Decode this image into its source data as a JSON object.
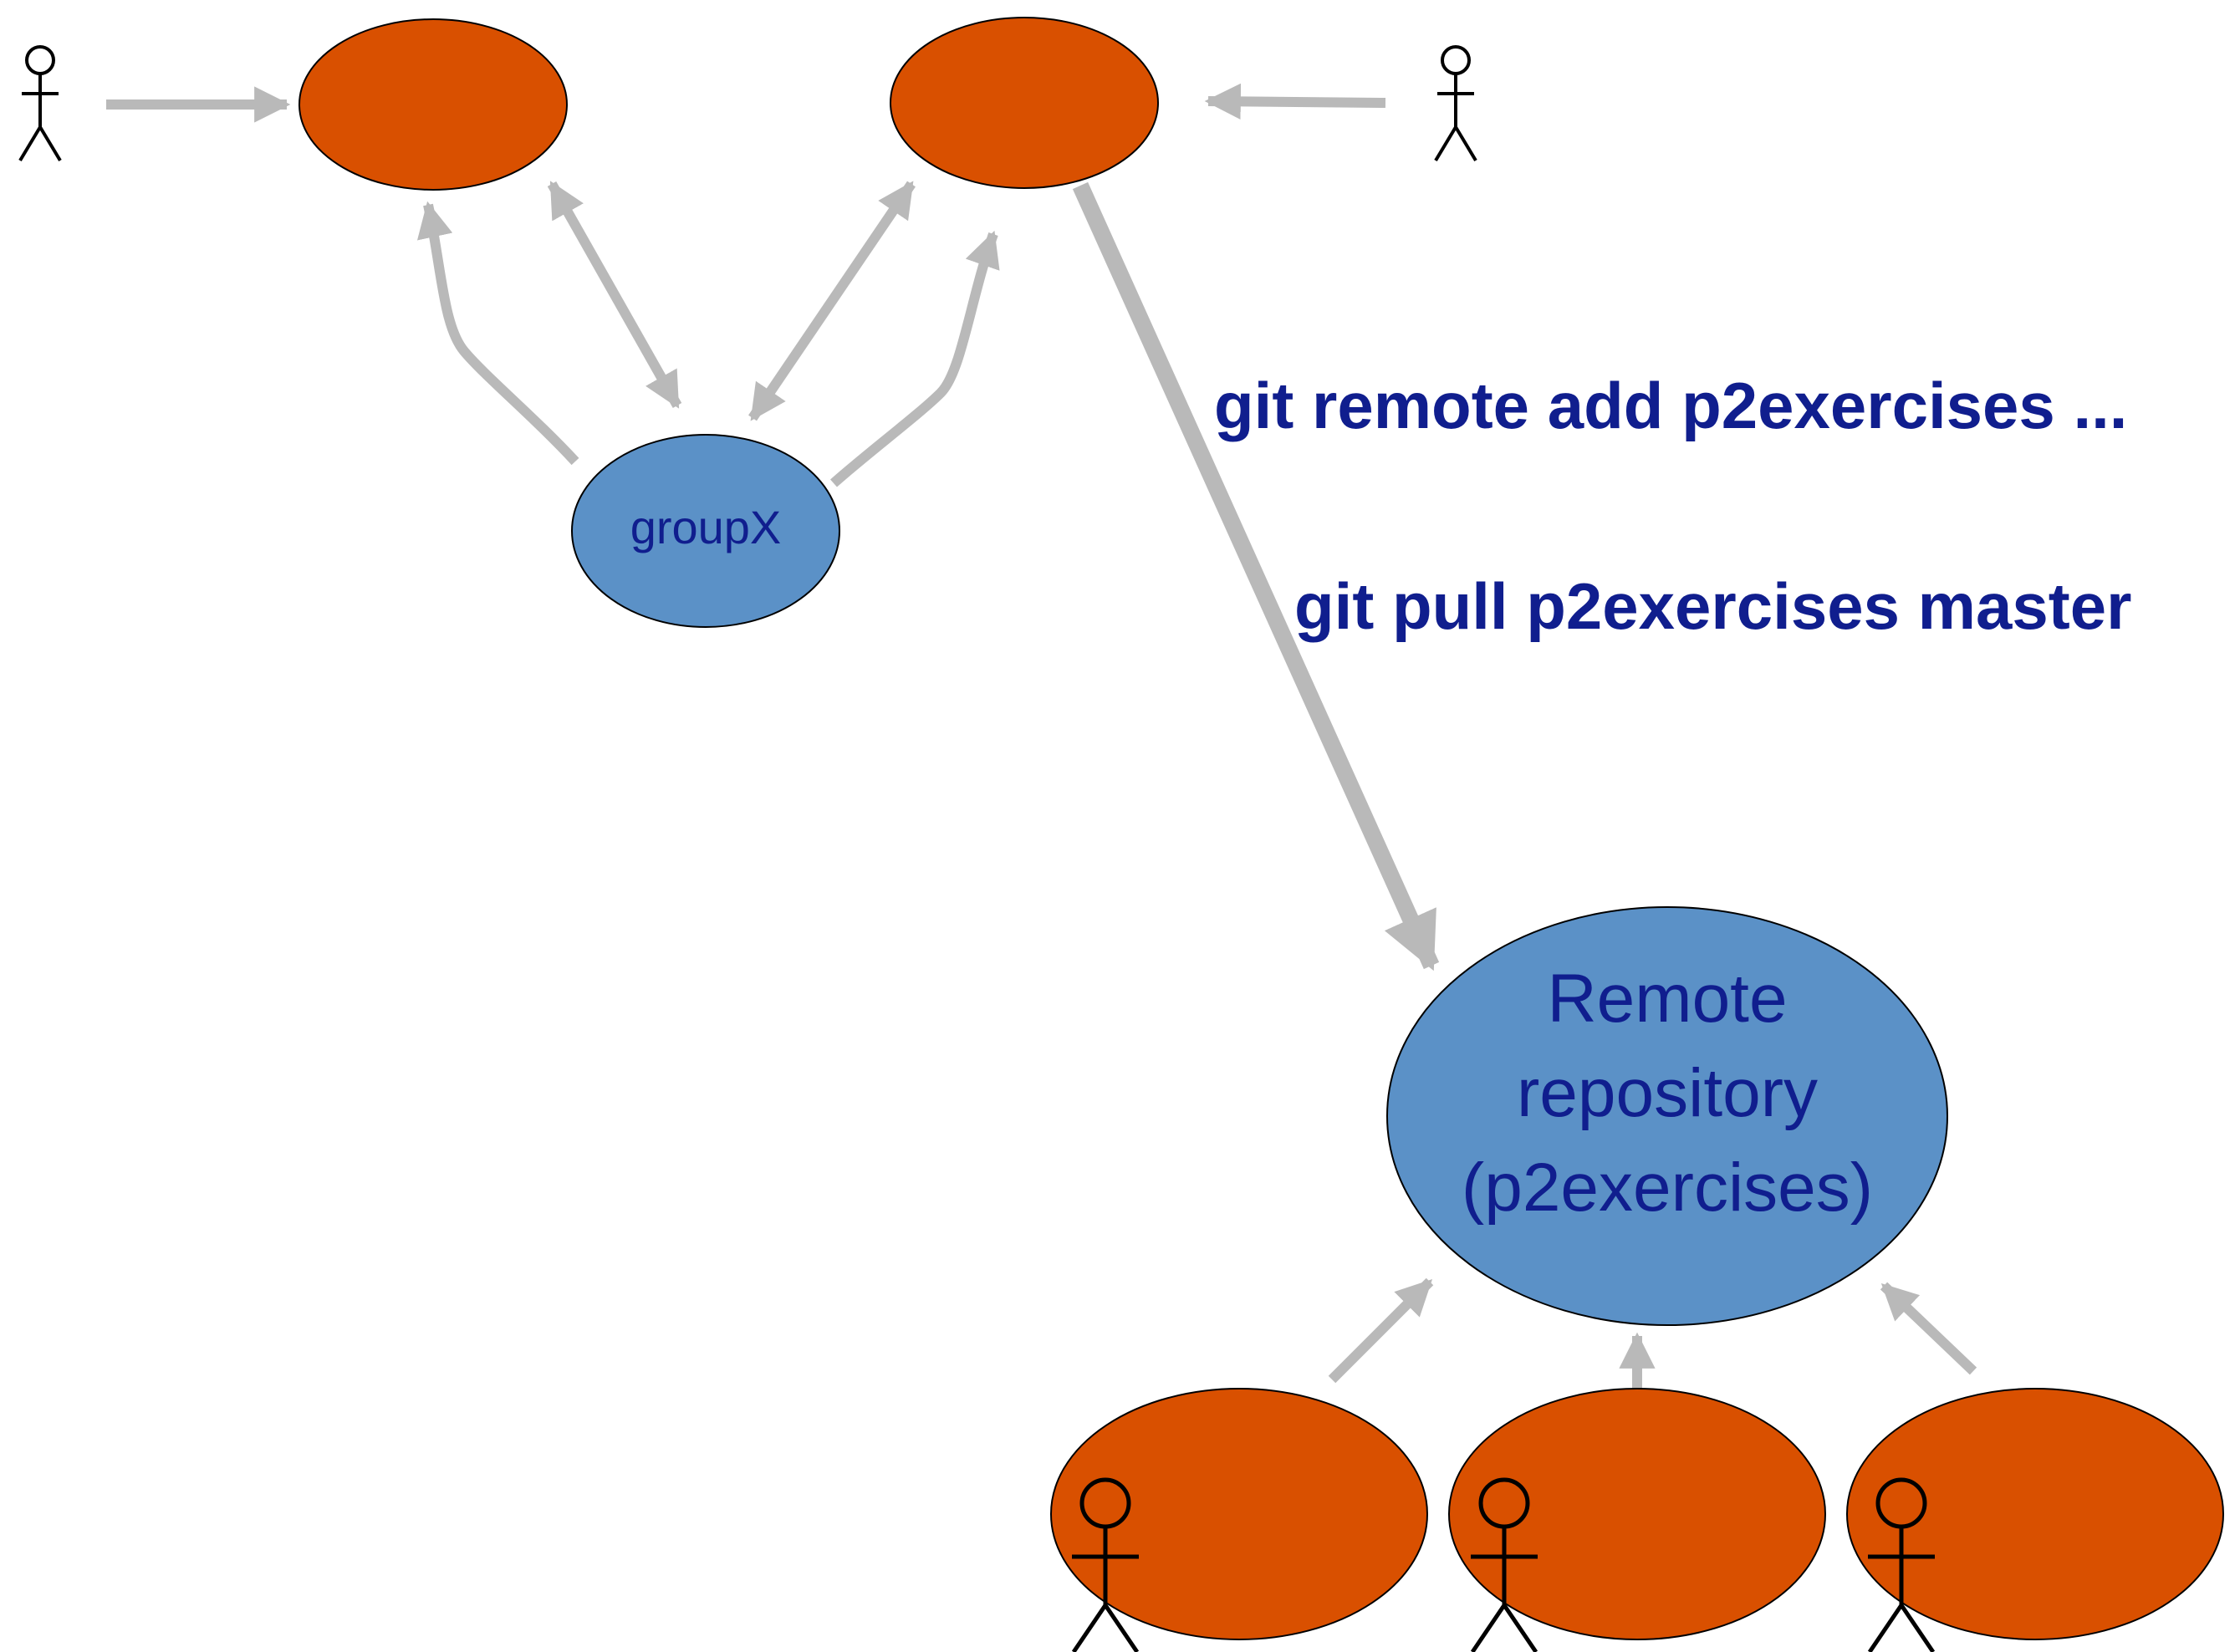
{
  "colors": {
    "local_repo": "#d95000",
    "remote_repo": "#5b91c7",
    "label_text": "#101e8e",
    "arrow": "#b9b9b9",
    "person": "#000000"
  },
  "nodes": {
    "group": {
      "label": "groupX"
    },
    "remote": {
      "line1": "Remote",
      "line2": "repository",
      "line3": "(p2exercises)"
    }
  },
  "commands": {
    "add_remote": "git remote add p2exercises ...",
    "pull": "git pull p2exercises master"
  }
}
